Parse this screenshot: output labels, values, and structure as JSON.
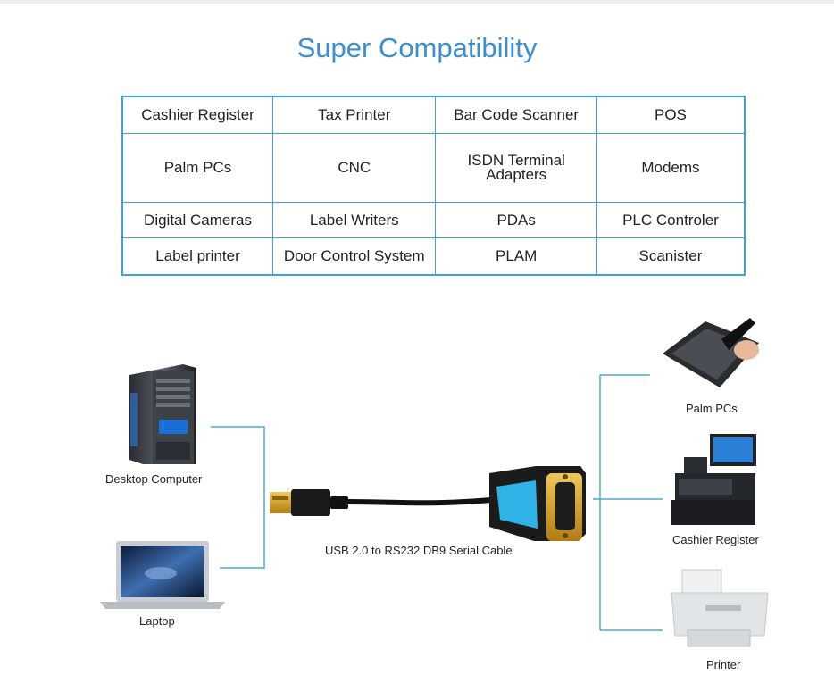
{
  "title": "Super Compatibility",
  "compatibility_table": {
    "rows": [
      [
        "Cashier Register",
        "Tax Printer",
        "Bar Code Scanner",
        "POS"
      ],
      [
        "Palm PCs",
        "CNC",
        "ISDN Terminal Adapters",
        "Modems"
      ],
      [
        "Digital Cameras",
        "Label Writers",
        "PDAs",
        "PLC Controler"
      ],
      [
        "Label printer",
        "Door Control System",
        "PLAM",
        "Scanister"
      ]
    ]
  },
  "diagram": {
    "left_devices": [
      "Desktop Computer",
      "Laptop"
    ],
    "cable_label": "USB 2.0 to RS232 DB9 Serial Cable",
    "right_devices": [
      "Palm PCs",
      "Cashier Register",
      "Printer"
    ],
    "colors": {
      "accent": "#3a8fd0",
      "connector_line": "#4aa9d8",
      "connector_blue": "#2fb3e6",
      "usb_gold": "#d4a12a"
    }
  }
}
